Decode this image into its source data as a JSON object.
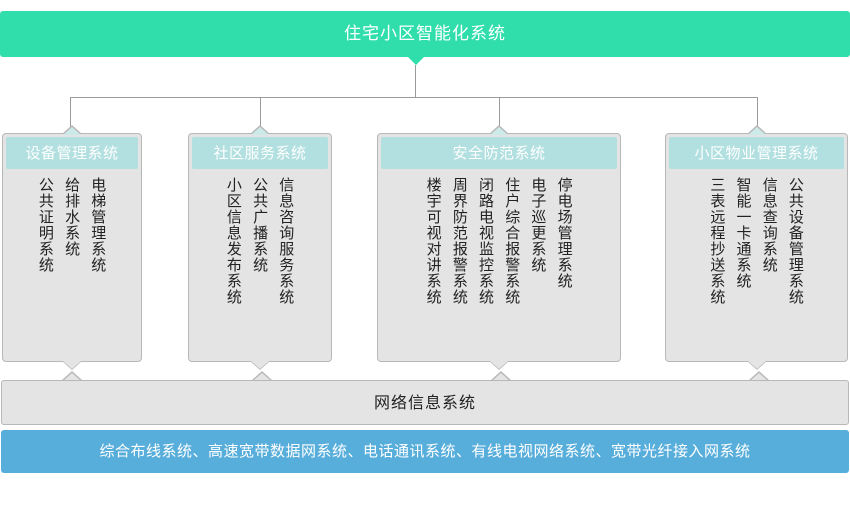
{
  "diagram": {
    "title": "住宅小区智能化系统",
    "colors": {
      "banner": "#2fdeab",
      "group_header": "#b2dfdf",
      "group_body": "#e4e4e4",
      "infra_bar": "#58aedb",
      "line": "#9b9b9b"
    },
    "groups": [
      {
        "header": "设备管理系统",
        "items": [
          "电梯管理系统",
          "给排水系统",
          "公共证明系统"
        ]
      },
      {
        "header": "社区服务系统",
        "items": [
          "信息咨询服务系统",
          "公共广播系统",
          "小区信息发布系统"
        ]
      },
      {
        "header": "安全防范系统",
        "items": [
          "停电场管理系统",
          "电子巡更系统",
          "住户综合报警系统",
          "闭路电视监控系统",
          "周界防范报警系统",
          "楼宇可视对讲系统"
        ]
      },
      {
        "header": "小区物业管理系统",
        "items": [
          "公共设备管理系统",
          "信息查询系统",
          "智能一卡通系统",
          "三表远程抄送系统"
        ]
      }
    ],
    "network_bar": "网络信息系统",
    "infrastructure_bar": "综合布线系统、高速宽带数据网系统、电话通讯系统、有线电视网络系统、宽带光纤接入网系统"
  }
}
